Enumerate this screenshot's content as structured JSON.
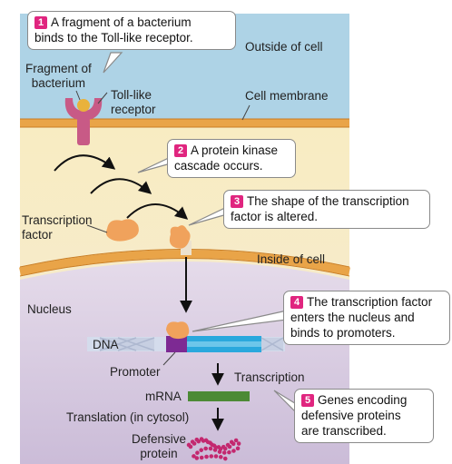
{
  "colors": {
    "outside_cell": "#aed3e6",
    "cytoplasm": "#f5ecc6",
    "nucleus": "#ddd2e6",
    "membrane": "#e9a448",
    "receptor": "#c85a86",
    "transcription_factor": "#f0a25c",
    "dna_blue": "#29a8dd",
    "promoter_purple": "#7d2a93",
    "mrna_green": "#4c8a35",
    "protein": "#c3286f",
    "step_badge": "#e0257f"
  },
  "region_labels": {
    "outside": "Outside of cell",
    "membrane": "Cell membrane",
    "inside": "Inside of cell",
    "nucleus": "Nucleus"
  },
  "labels": {
    "fragment": "Fragment of\nbacterium",
    "receptor": "Toll-like\nreceptor",
    "tf": "Transcription\nfactor",
    "dna": "DNA",
    "promoter": "Promoter",
    "transcription": "Transcription",
    "mrna": "mRNA",
    "translation": "Translation (in cytosol)",
    "protein": "Defensive\nprotein"
  },
  "steps": [
    {
      "num": "1",
      "text": "A fragment of a bacterium\nbinds to the Toll-like receptor."
    },
    {
      "num": "2",
      "text": "A protein kinase\ncascade occurs."
    },
    {
      "num": "3",
      "text": "The shape of the transcription\nfactor is altered."
    },
    {
      "num": "4",
      "text": "The transcription factor\nenters the nucleus and\nbinds to promoters."
    },
    {
      "num": "5",
      "text": "Genes encoding\ndefensive proteins\nare transcribed."
    }
  ]
}
